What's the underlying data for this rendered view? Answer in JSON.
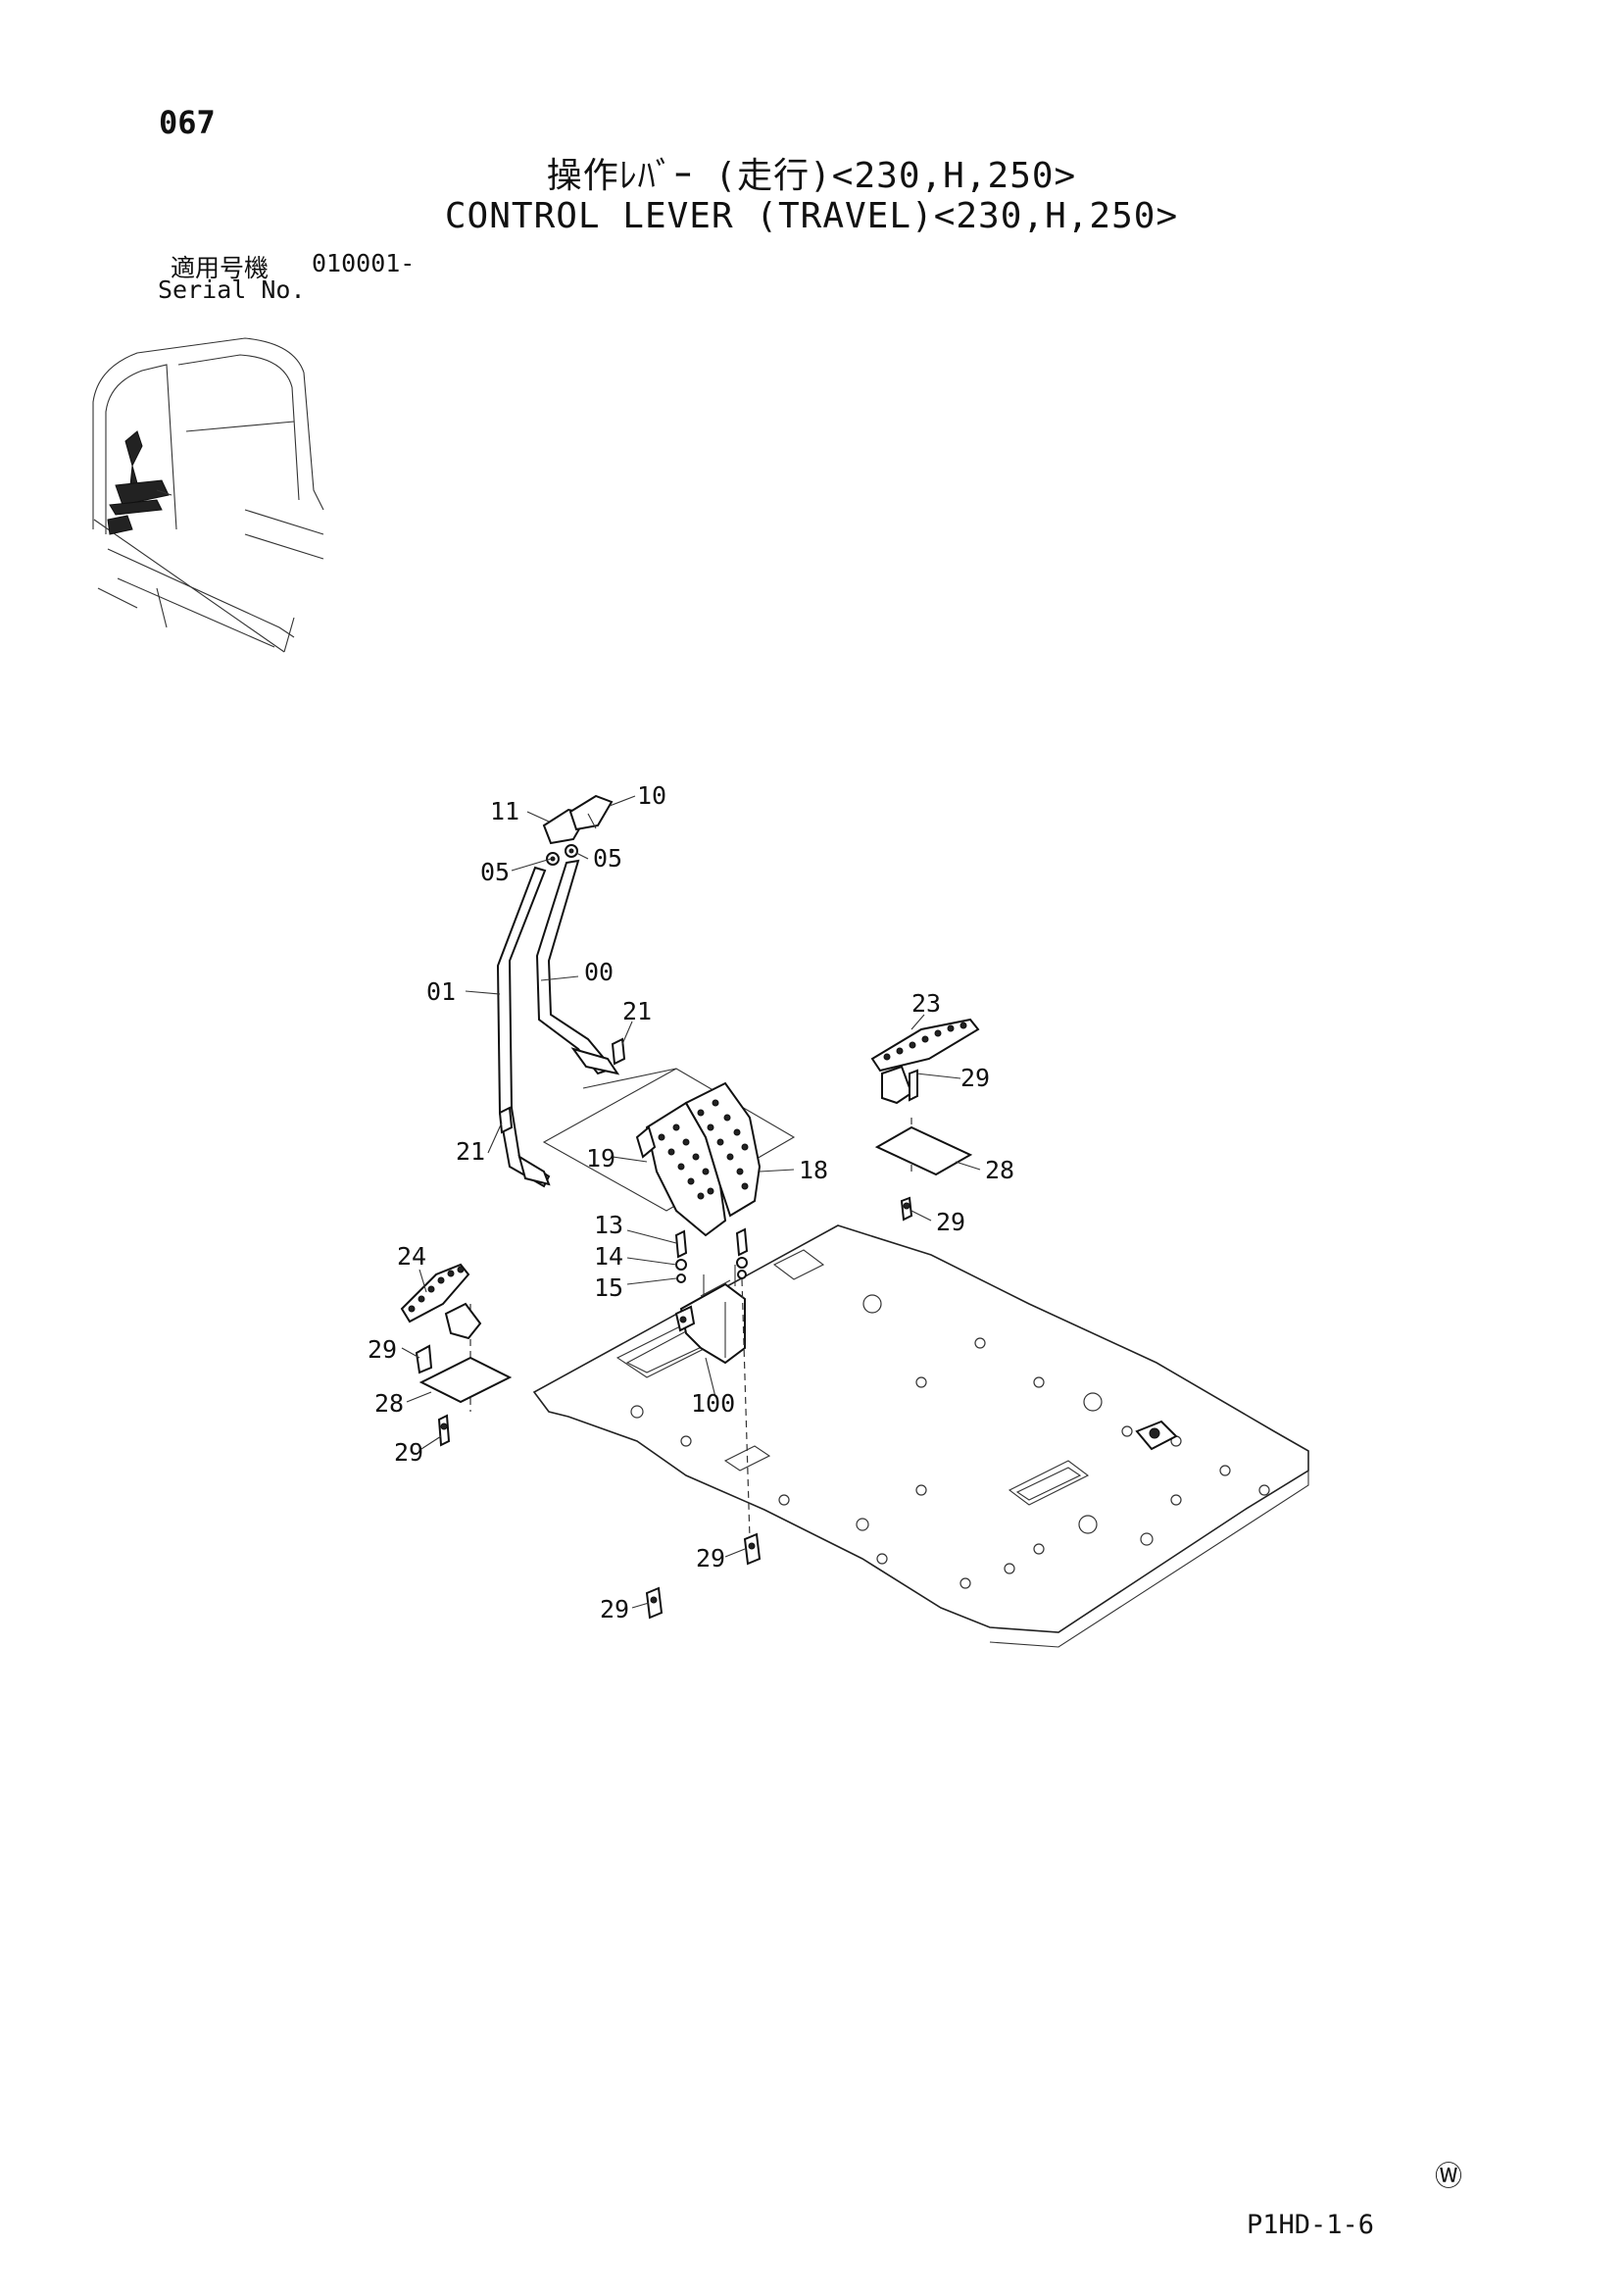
{
  "header": {
    "page_number": "067",
    "title_jp": "操作ﾚﾊﾞｰ (走行)<230,H,250>",
    "title_en": "CONTROL LEVER (TRAVEL)<230,H,250>"
  },
  "serial": {
    "label_jp": "適用号機",
    "code": "010001-",
    "label_en": "Serial No."
  },
  "callouts": {
    "c10": "10",
    "c11": "11",
    "c05a": "05",
    "c05b": "05",
    "c00": "00",
    "c01": "01",
    "c21a": "21",
    "c21b": "21",
    "c23": "23",
    "c29a": "29",
    "c28a": "28",
    "c29b": "29",
    "c19": "19",
    "c18": "18",
    "c13": "13",
    "c14": "14",
    "c15": "15",
    "c24": "24",
    "c29c": "29",
    "c28b": "28",
    "c29d": "29",
    "c100": "100",
    "c29e": "29",
    "c29f": "29"
  },
  "footer": {
    "w_mark": "Ⓦ",
    "drawing_code": "P1HD-1-6"
  },
  "icons": [
    "cab-location-icon",
    "control-lever-diagram"
  ]
}
